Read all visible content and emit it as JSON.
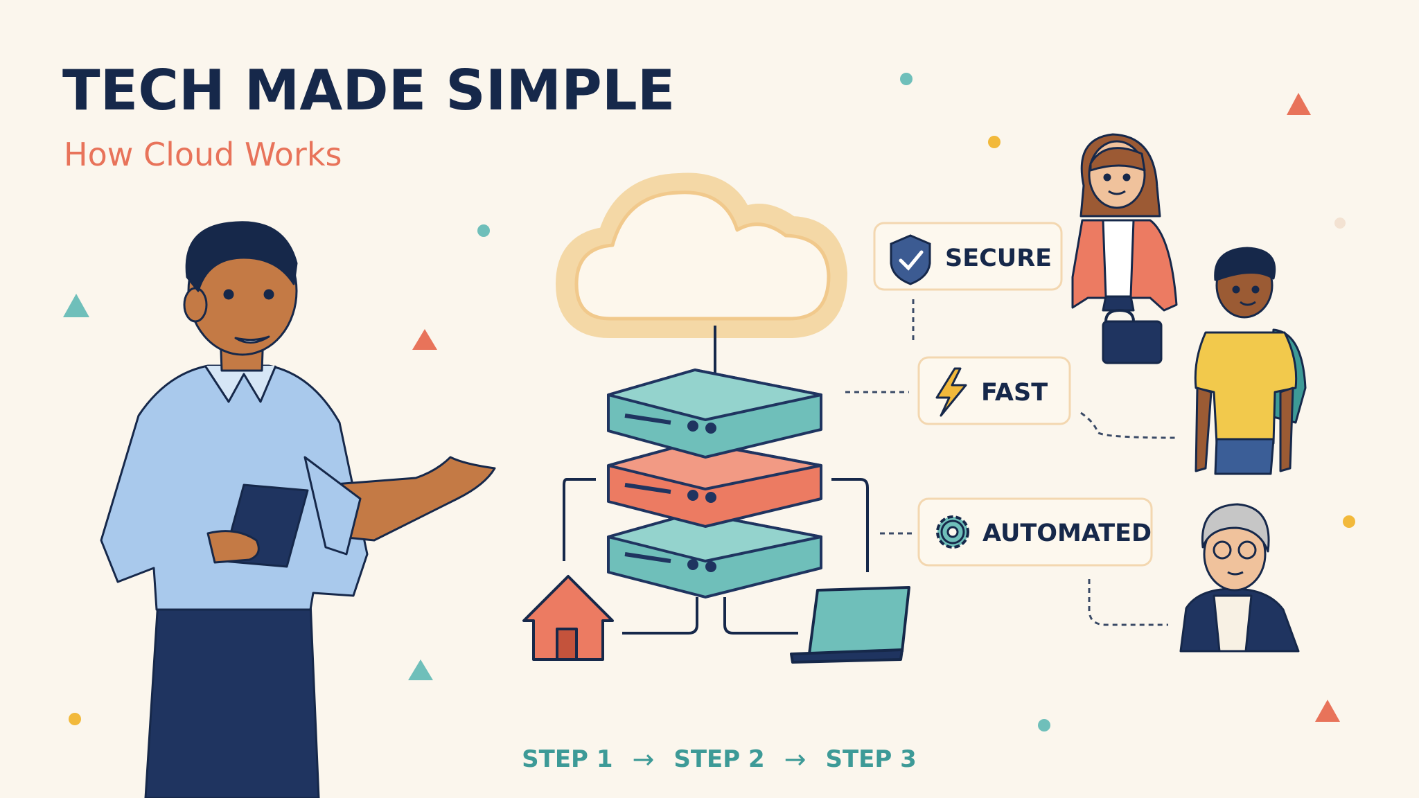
{
  "header": {
    "title": "TECH MADE SIMPLE",
    "subtitle": "How Cloud Works"
  },
  "features": [
    {
      "label": "SECURE",
      "icon": "shield-check-icon"
    },
    {
      "label": "FAST",
      "icon": "lightning-bolt-icon"
    },
    {
      "label": "AUTOMATED",
      "icon": "gear-icon"
    }
  ],
  "steps": [
    {
      "label": "STEP 1"
    },
    {
      "label": "STEP 2"
    },
    {
      "label": "STEP 3"
    }
  ],
  "arrow_glyph": "→",
  "colors": {
    "background": "#fbf6ed",
    "navy": "#16284a",
    "coral": "#e8735a",
    "teal": "#6fbfba",
    "yellow": "#f2b93b",
    "shirt_blue": "#a9c9ec"
  }
}
